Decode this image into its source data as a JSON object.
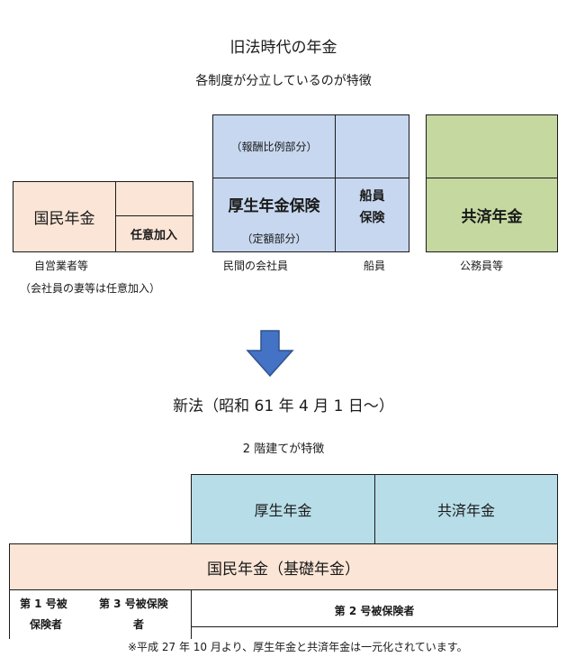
{
  "old": {
    "title": "旧法時代の年金",
    "subtitle": "各制度が分立しているのが特徴",
    "kokumin": "国民年金",
    "nini": "任意加入",
    "kosei_hoshu": "（報酬比例部分）",
    "kosei": "厚生年金保険",
    "kosei_teigaku": "（定額部分）",
    "senin": [
      "船員",
      "保険"
    ],
    "kyosai": "共済年金",
    "caption_jiei": "自営業者等",
    "caption_tsuma": "（会社員の妻等は任意加入）",
    "caption_minkan": "民間の会社員",
    "caption_senin": "船員",
    "caption_komuin": "公務員等"
  },
  "new": {
    "title": "新法（昭和 61 年 4 月 1 日〜）",
    "subtitle": "2 階建てが特徴",
    "kosei": "厚生年金",
    "kyosai": "共済年金",
    "kokumin": "国民年金（基礎年金）",
    "dai1": [
      "第 1 号被",
      "保険者"
    ],
    "dai3": [
      "第 3 号被保険",
      "者"
    ],
    "dai2": "第 2 号被保険者",
    "note": "※平成 27 年 10 月より、厚生年金と共済年金は一元化されています。"
  },
  "colors": {
    "peach": "#fbe5d6",
    "blue": "#c6d7ef",
    "green": "#c5d8a0",
    "teal": "#b7dde8",
    "arrow": "#4472c4"
  }
}
